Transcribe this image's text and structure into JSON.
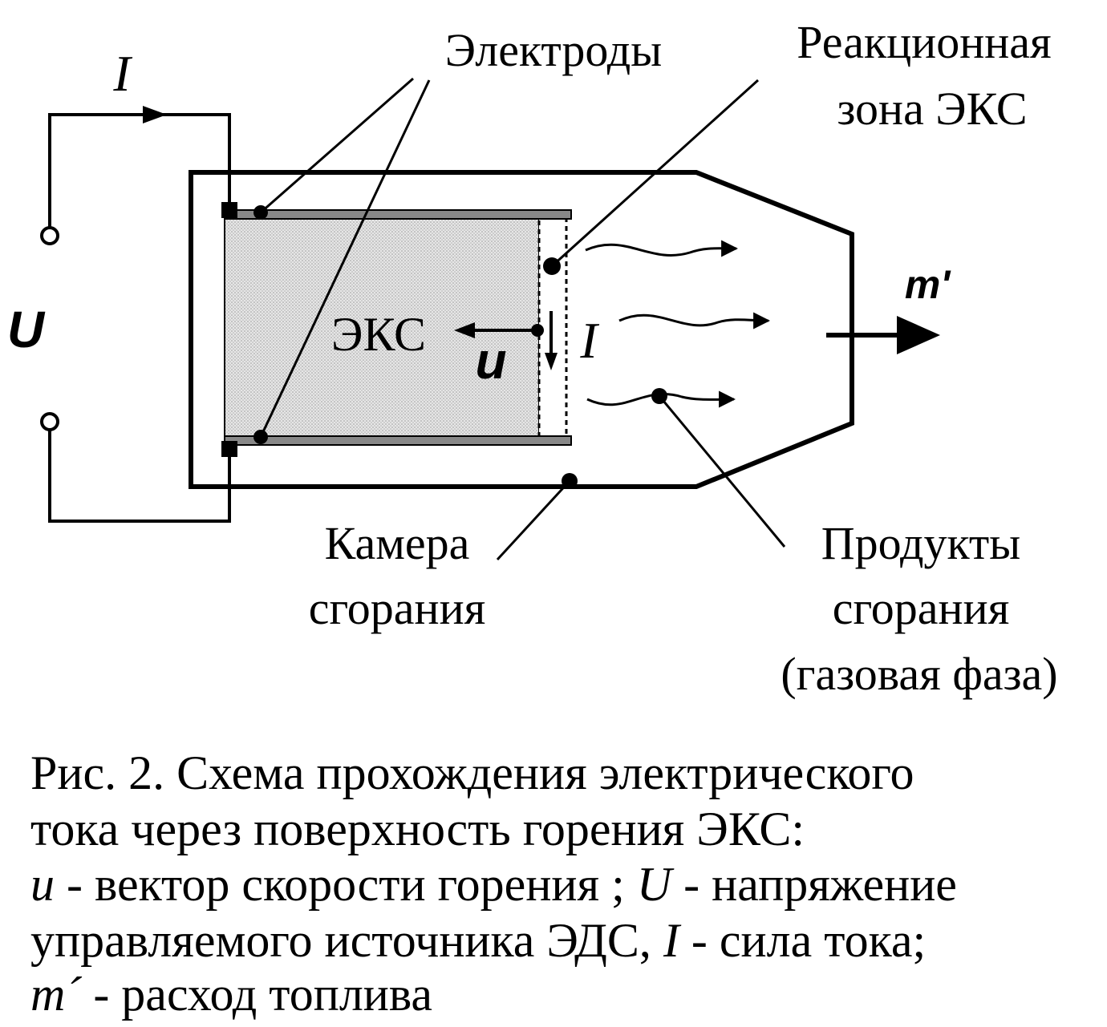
{
  "diagram": {
    "labels": {
      "electrodes": "Электроды",
      "reaction_zone_1": "Реакционная",
      "reaction_zone_2": "зона ЭКС",
      "current_top": "I",
      "voltage": "U",
      "eks": "ЭКС",
      "velocity": "u",
      "current_mid": "I",
      "mass_flow": "m'",
      "chamber_1": "Камера",
      "chamber_2": "сгорания",
      "products_1": "Продукты",
      "products_2": "сгорания",
      "products_3": "(газовая фаза)"
    },
    "colors": {
      "line": "#000000",
      "fuel_fill": "#d8d8d8",
      "electrode": "#888888"
    }
  },
  "caption": {
    "line1": "Рис. 2. Схема прохождения электрического",
    "line2": "тока через поверхность горения ЭКС:",
    "line3_sym1": "u",
    "line3_a": " - вектор скорости горения ; ",
    "line3_sym2": "U",
    "line3_b": " - напряжение",
    "line4_a": "управляемого источника ЭДС, ",
    "line4_sym": "I",
    "line4_b": " - сила тока;",
    "line5_sym": "m",
    "line5_prime": "´",
    "line5_b": " - расход топлива"
  }
}
